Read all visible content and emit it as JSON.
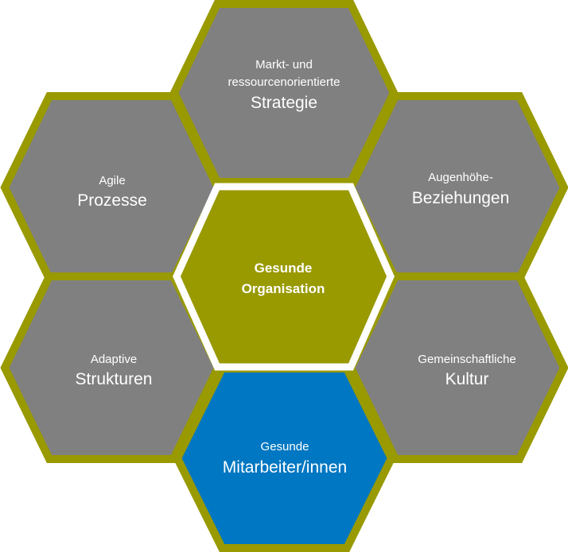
{
  "colors": {
    "outer_fill": "#808080",
    "outer_border": "#999900",
    "center_fill": "#999900",
    "center_border": "#ffffff",
    "highlight_fill": "#0077C2",
    "text": "#ffffff"
  },
  "center": {
    "line1": "Gesunde",
    "line2": "Organisation"
  },
  "hexagons": {
    "top": {
      "small": [
        "Markt- und",
        "ressourcenorientierte"
      ],
      "big": "Strategie"
    },
    "upper_left": {
      "small": [
        "Agile"
      ],
      "big": "Prozesse"
    },
    "upper_right": {
      "small": [
        "Augenhöhe-"
      ],
      "big": "Beziehungen"
    },
    "lower_left": {
      "small": [
        "Adaptive"
      ],
      "big": "Strukturen"
    },
    "lower_right": {
      "small": [
        "Gemeinschaftliche"
      ],
      "big": "Kultur"
    },
    "bottom": {
      "small": [
        "Gesunde"
      ],
      "big": "Mitarbeiter/innen"
    }
  }
}
